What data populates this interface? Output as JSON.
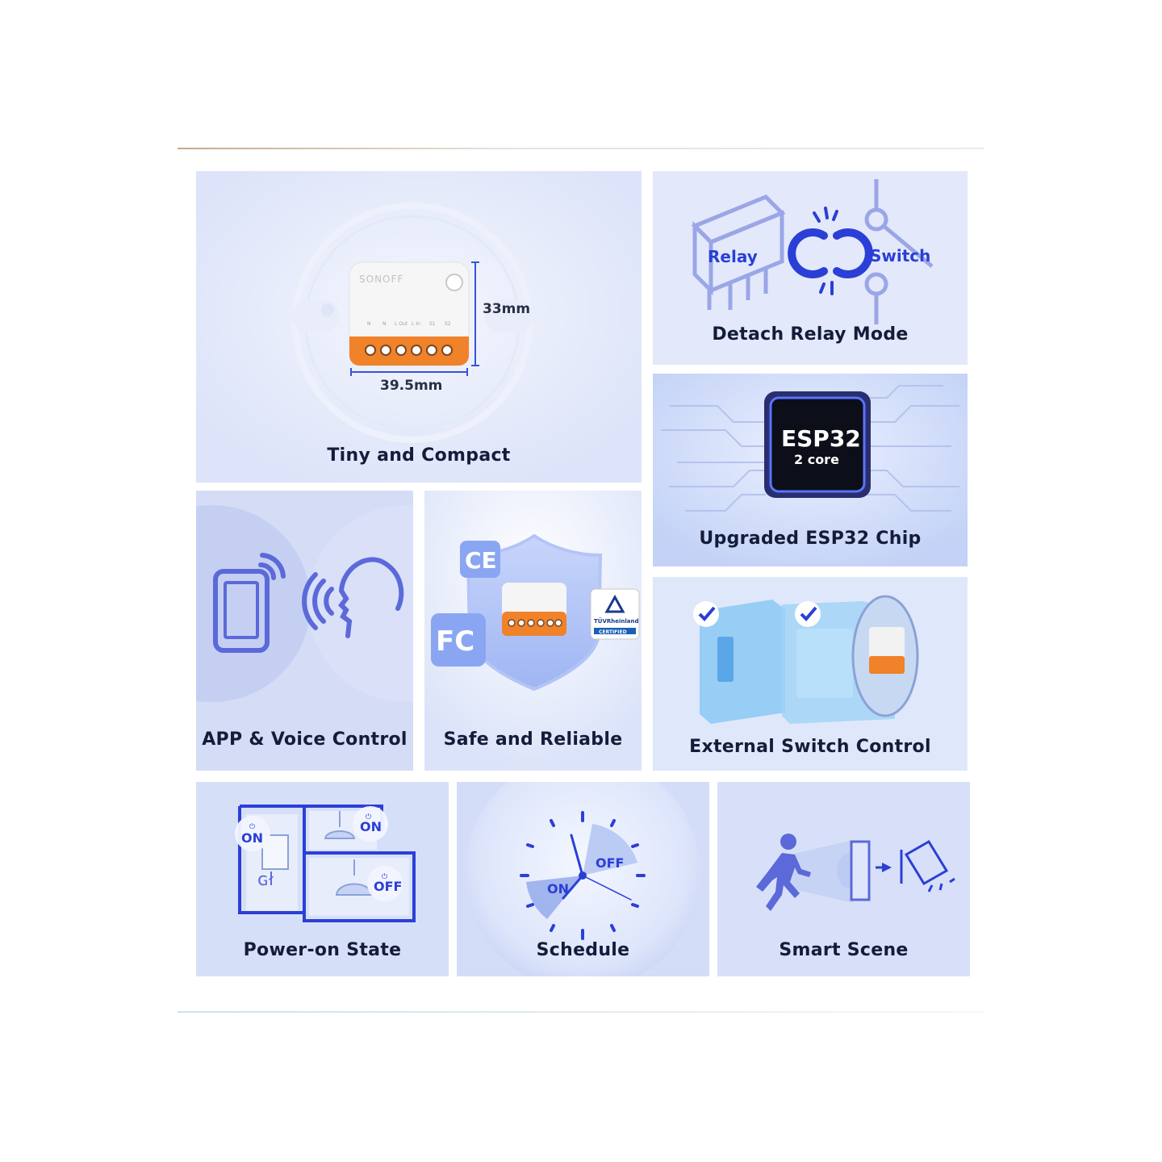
{
  "tiles": {
    "tiny": {
      "caption": "Tiny and Compact",
      "brand": "SONOFF",
      "height_label": "33mm",
      "width_label": "39.5mm",
      "terminals": [
        "N",
        "N",
        "L Out",
        "L In",
        "S1",
        "S2"
      ]
    },
    "detach": {
      "caption": "Detach Relay Mode",
      "relay_label": "Relay",
      "switch_label": "Switch"
    },
    "esp": {
      "caption": "Upgraded ESP32 Chip",
      "chip_name": "ESP32",
      "chip_sub": "2 core"
    },
    "app": {
      "caption": "APP & Voice Control"
    },
    "safe": {
      "caption": "Safe and Reliable",
      "ce_label": "CE",
      "fc_label": "FC",
      "tuv_name": "TÜVRheinland",
      "tuv_cert": "CERTIFIED"
    },
    "external": {
      "caption": "External Switch Control"
    },
    "power": {
      "caption": "Power-on State",
      "on_label": "ON",
      "on_label_2": "ON",
      "off_label": "OFF"
    },
    "schedule": {
      "caption": "Schedule",
      "on_label": "ON",
      "off_label": "OFF"
    },
    "scene": {
      "caption": "Smart Scene"
    }
  },
  "colors": {
    "accent_blue": "#2b3fd6",
    "orange": "#f0822a",
    "tile_bg": "#dbe3f9",
    "caption": "#141c3a"
  }
}
